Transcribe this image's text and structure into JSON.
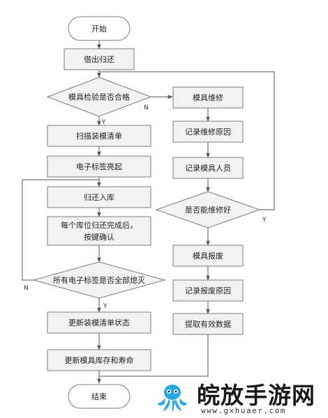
{
  "flowchart": {
    "nodes": {
      "start": "开始",
      "borrow_return": "借出归还",
      "mold_inspection": "模具检验是否合格",
      "scan_checklist": "扫描装模清单",
      "e_label_on": "电子标签亮起",
      "return_storage": "归还入库",
      "confirm_line1": "每个库位归还完成后，",
      "confirm_line2": "按键确认",
      "all_labels_off": "所有电子标签是否全部熄灭",
      "update_status": "更新装模清单状态",
      "update_inventory": "更新模具库存和寿命",
      "end": "结束",
      "mold_repair": "模具维修",
      "record_repair_reason": "记录维修原因",
      "record_repair_staff": "记录模具人员",
      "repair_ok": "是否能维修好",
      "mold_scrap": "模具报废",
      "record_scrap_reason": "记录报废原因",
      "extract_data": "提取有效数据"
    },
    "branch_labels": {
      "inspection_yes": "Y",
      "inspection_no": "N",
      "labels_off_yes": "Y",
      "labels_off_no": "N",
      "repair_yes": "Y"
    }
  },
  "watermark": {
    "title": "皖放手游网",
    "url": "www.gxhuaer.com"
  },
  "colors": {
    "box_fill": "#f2f2f2",
    "box_stroke": "#7a7a7a",
    "arrow": "#555555",
    "logo": "#29a9e0"
  }
}
